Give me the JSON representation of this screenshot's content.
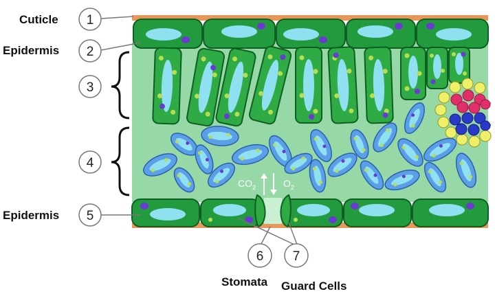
{
  "labels": {
    "cuticle": "Cuticle",
    "epidermis_top": "Epidermis",
    "epidermis_bottom": "Epidermis",
    "stomata": "Stomata",
    "guard_cells": "Guard Cells"
  },
  "numbers": [
    "1",
    "2",
    "3",
    "4",
    "5",
    "6",
    "7"
  ],
  "gases": {
    "co2": "CO",
    "co2_sub": "2",
    "o2": "O",
    "o2_sub": "2"
  },
  "colors": {
    "cuticle": "#e8975a",
    "epidermis_cell": "#229a3e",
    "epidermis_stroke": "#0f5e22",
    "vacuole": "#8fe0f0",
    "nucleus": "#6a3bd1",
    "interior": "#97d9a6",
    "palisade_cell": "#2eab45",
    "spongy_cell": "#5b9fe6",
    "chloroplast": "#b7dd52",
    "vascular_xylem": "#e0306a",
    "vascular_phloem": "#2b39c8",
    "vascular_sheath": "#eef06a"
  }
}
